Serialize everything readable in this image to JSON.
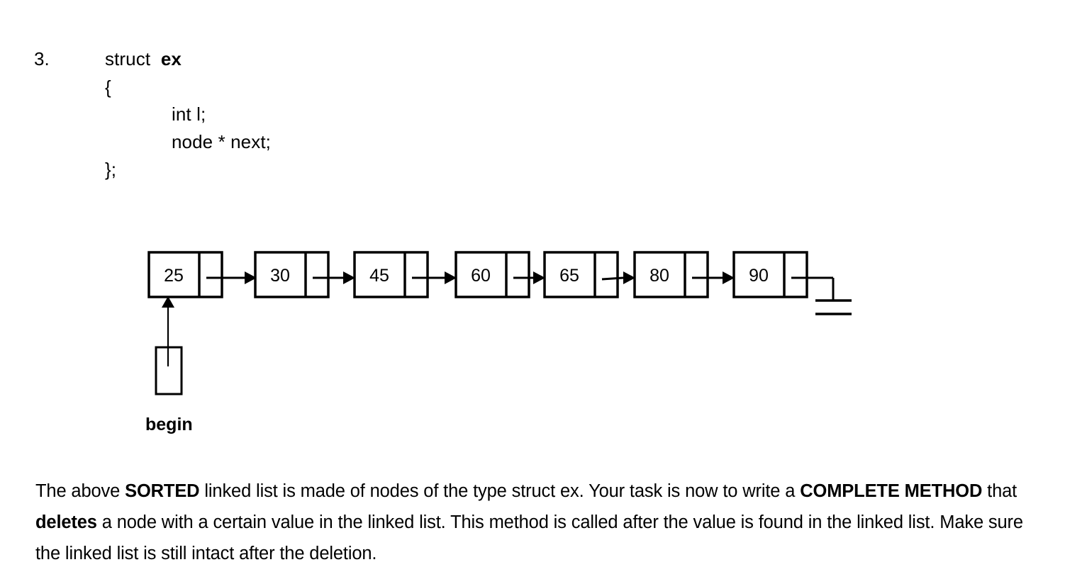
{
  "question": {
    "number": "3.",
    "code": {
      "line1_plain": "struct  ",
      "line1_bold": "ex",
      "line2": "{",
      "line3": "int l;",
      "line4": "node * next;",
      "line5": "};"
    }
  },
  "diagram": {
    "type": "singly-linked-list",
    "pointer_label": "begin",
    "nodes": [
      {
        "value": "25"
      },
      {
        "value": "30"
      },
      {
        "value": "45"
      },
      {
        "value": "60"
      },
      {
        "value": "65"
      },
      {
        "value": "80"
      },
      {
        "value": "90"
      }
    ],
    "terminator": "ground-null-symbol",
    "stroke_color": "#000000"
  },
  "paragraph": {
    "seg1": "The above ",
    "bold1": "SORTED",
    "seg2": " linked list is made of nodes of the type struct ex. Your task is now to write a ",
    "bold2": "COMPLETE METHOD",
    "seg3": "  that ",
    "bold3": "deletes",
    "seg4": " a node with a certain value in the linked list. This method is called after the value is found in the linked list. Make sure the linked list is still intact after the deletion."
  }
}
